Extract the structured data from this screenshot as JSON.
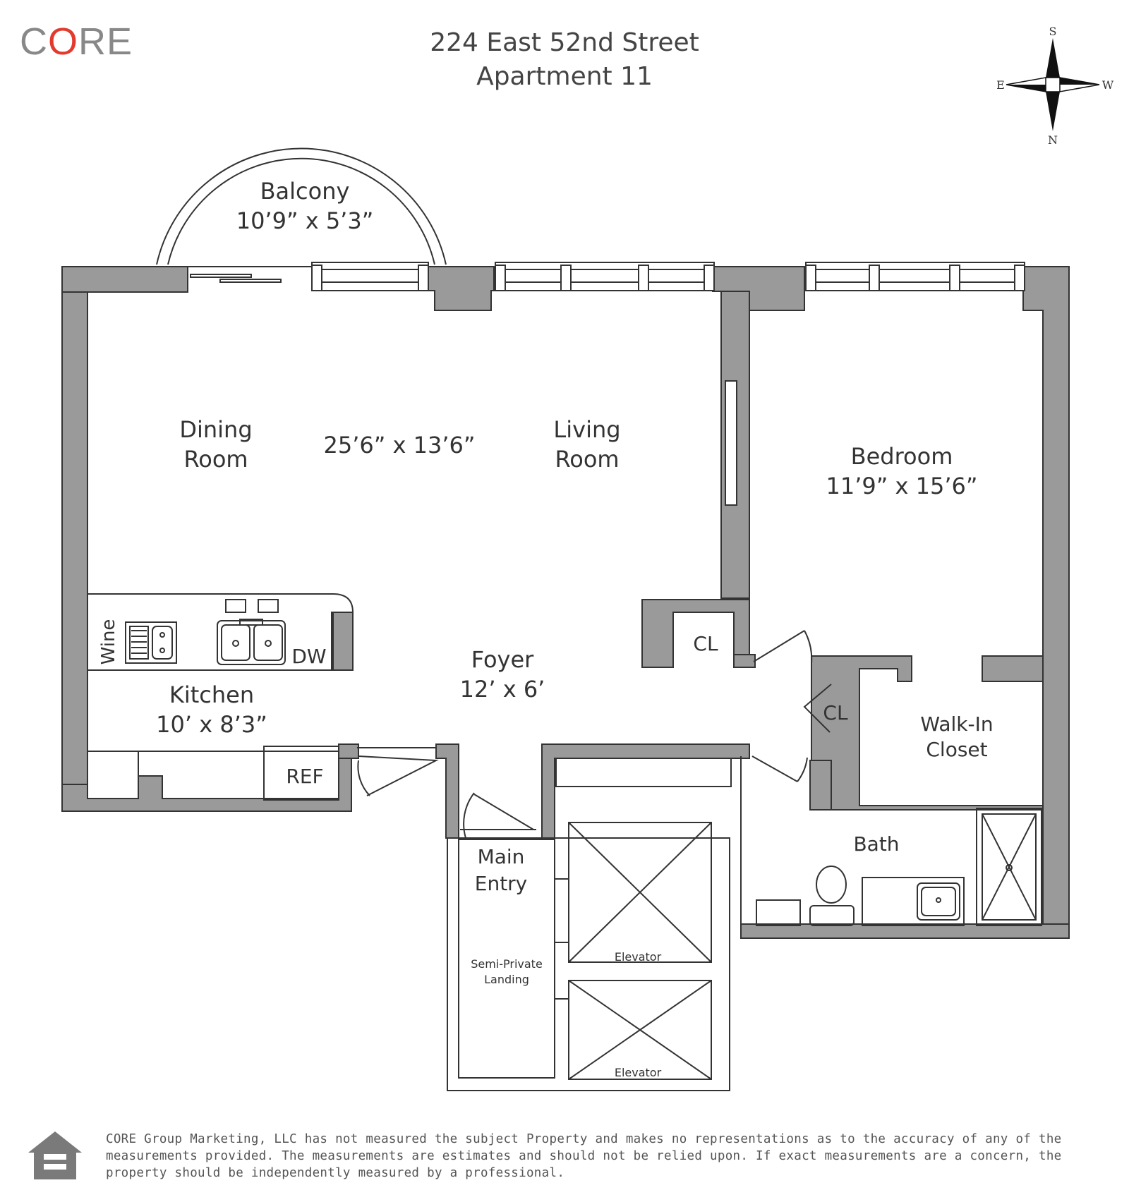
{
  "brand": {
    "prefix": "C",
    "accent": "O",
    "suffix": "RE",
    "accent_color": "#e23b2e"
  },
  "header": {
    "line1": "224 East 52nd Street",
    "line2": "Apartment 11"
  },
  "compass": {
    "s": "S",
    "e": "E",
    "w": "W",
    "n": "N"
  },
  "rooms": {
    "balcony": {
      "name": "Balcony",
      "dims": "10’9” x 5’3”"
    },
    "dining": {
      "line1": "Dining",
      "line2": "Room"
    },
    "living_dims": "25’6” x 13’6”",
    "living": {
      "line1": "Living",
      "line2": "Room"
    },
    "bedroom": {
      "name": "Bedroom",
      "dims": "11’9” x 15’6”"
    },
    "kitchen": {
      "name": "Kitchen",
      "dims": "10’ x 8’3”"
    },
    "foyer": {
      "name": "Foyer",
      "dims": "12’ x 6’"
    },
    "closet1": "CL",
    "closet2": "CL",
    "walkin": {
      "line1": "Walk-In",
      "line2": "Closet"
    },
    "bath": "Bath",
    "main_entry": {
      "line1": "Main",
      "line2": "Entry"
    },
    "landing": {
      "line1": "Semi-Private",
      "line2": "Landing"
    },
    "elevator1": "Elevator",
    "elevator2": "Elevator"
  },
  "fixtures": {
    "wine": "Wine",
    "dw": "DW",
    "ref": "REF"
  },
  "colors": {
    "wall": "#9a9a9a",
    "line": "#333333"
  },
  "disclaimer": "CORE Group Marketing, LLC has not measured the subject Property and makes no representations as to the accuracy of any of the measurements provided. The measurements are estimates and should not be relied upon. If exact measurements are a concern, the property should be independently measured by a professional."
}
